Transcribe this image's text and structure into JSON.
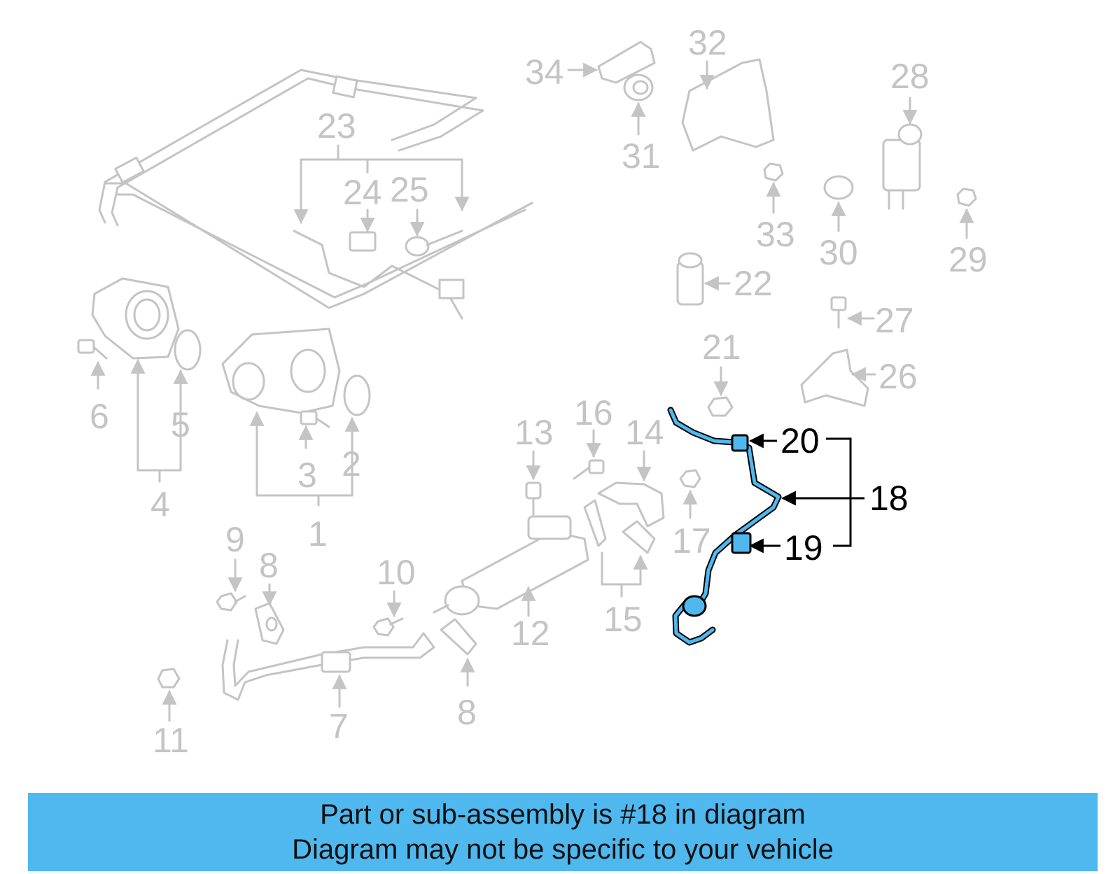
{
  "labels": {
    "l1": "1",
    "l2": "2",
    "l3": "3",
    "l4": "4",
    "l5": "5",
    "l6": "6",
    "l7": "7",
    "l8a": "8",
    "l8b": "8",
    "l9": "9",
    "l10": "10",
    "l11": "11",
    "l12": "12",
    "l13": "13",
    "l14": "14",
    "l15": "15",
    "l16": "16",
    "l17": "17",
    "l18": "18",
    "l19": "19",
    "l20": "20",
    "l21": "21",
    "l22": "22",
    "l23": "23",
    "l24": "24",
    "l25": "25",
    "l26": "26",
    "l27": "27",
    "l28": "28",
    "l29": "29",
    "l30": "30",
    "l31": "31",
    "l32": "32",
    "l33": "33",
    "l34": "34"
  },
  "banner": {
    "line1": "Part or sub-assembly is #18 in diagram",
    "line2": "Diagram may not be specific to your vehicle"
  },
  "colors": {
    "highlight": "#4fb8ef",
    "faint": "#c4c4c4",
    "dark": "#000000"
  }
}
